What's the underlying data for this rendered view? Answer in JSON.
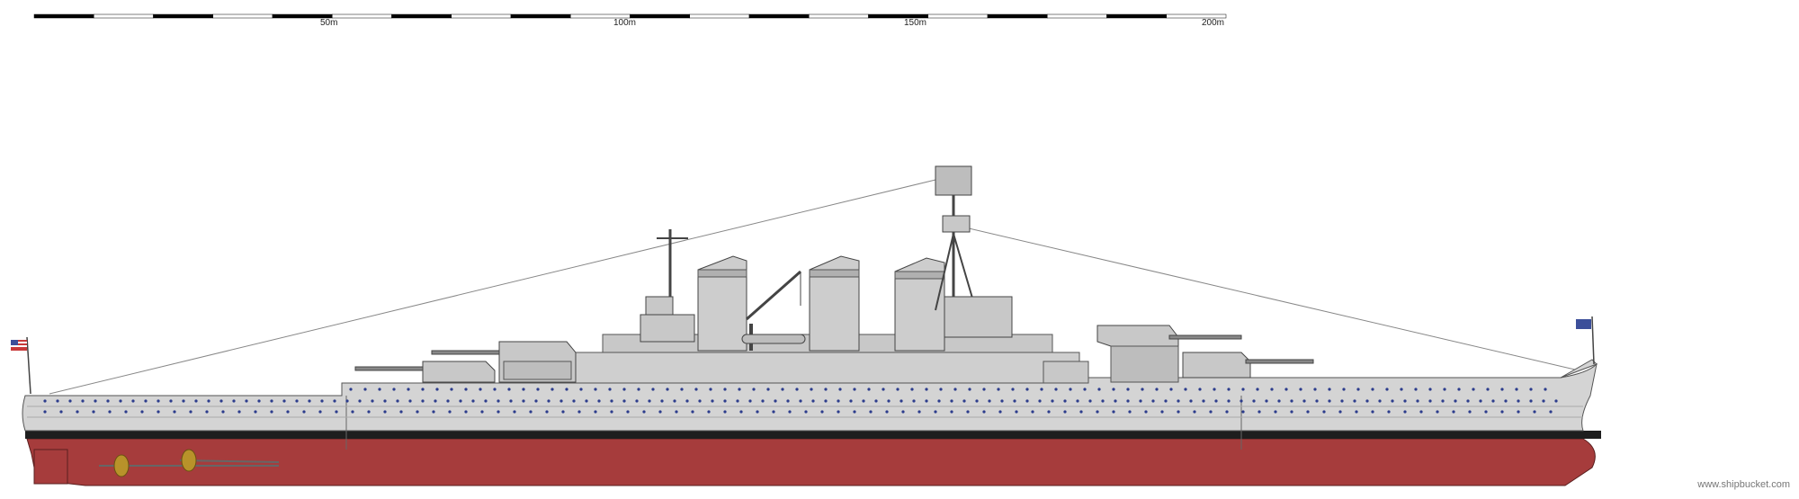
{
  "scale_bar": {
    "labels": [
      "50m",
      "100m",
      "150m",
      "200m"
    ]
  },
  "watermark": "www.shipbucket.com",
  "colors": {
    "hull_upper": "#d4d4d4",
    "hull_lower": "#a63c3c",
    "boot_top": "#1e1e1e",
    "superstructure": "#c8c8c8",
    "portholes": "#2b3b8c",
    "propellers": "#b8922a",
    "ensign_blue": "#3c4f9a",
    "ensign_red": "#c83a3a"
  }
}
